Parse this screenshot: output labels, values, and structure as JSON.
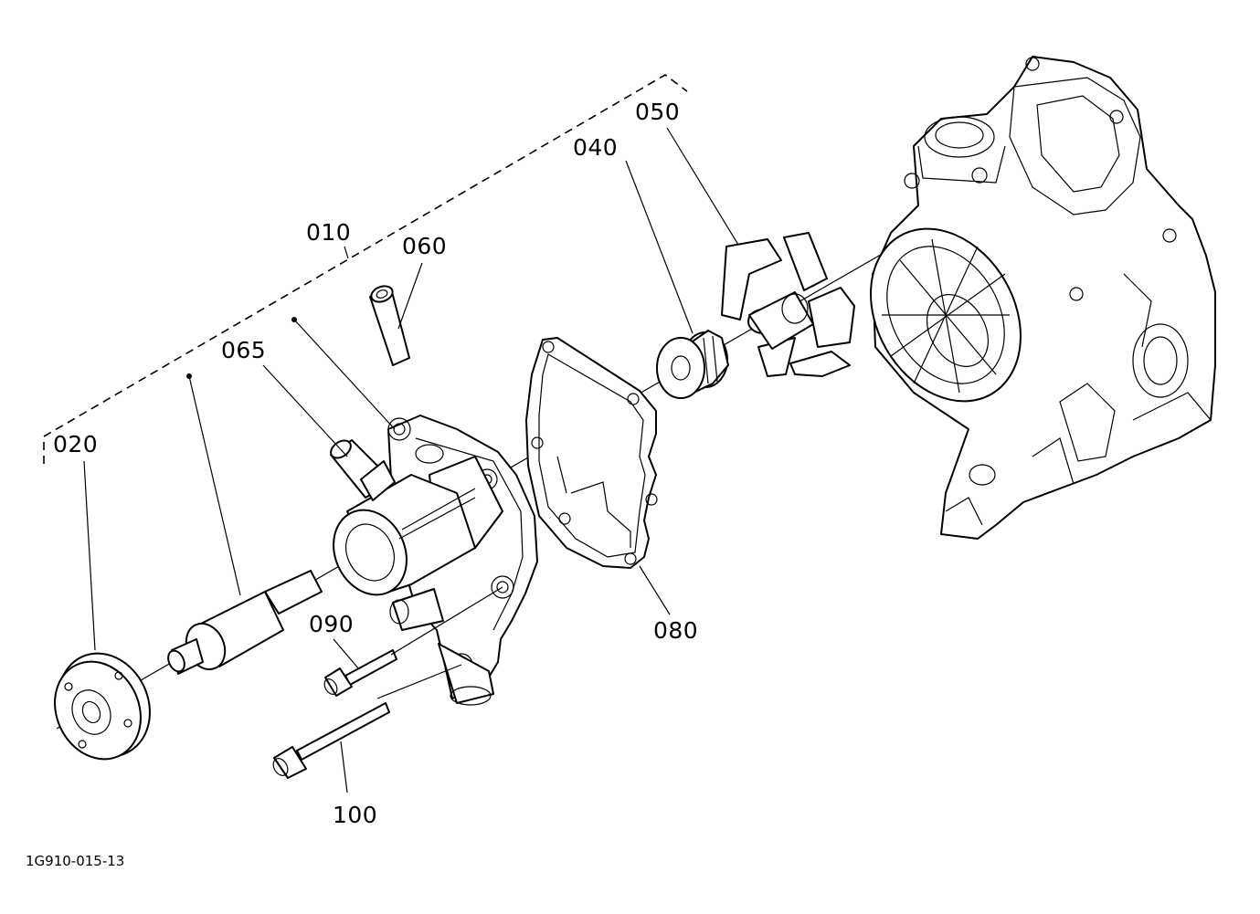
{
  "drawing_code": "1G910-015-13",
  "callouts": {
    "p010": "010",
    "p020": "020",
    "p040": "040",
    "p050": "050",
    "p060": "060",
    "p065": "065",
    "p080": "080",
    "p090": "090",
    "p100": "100"
  }
}
